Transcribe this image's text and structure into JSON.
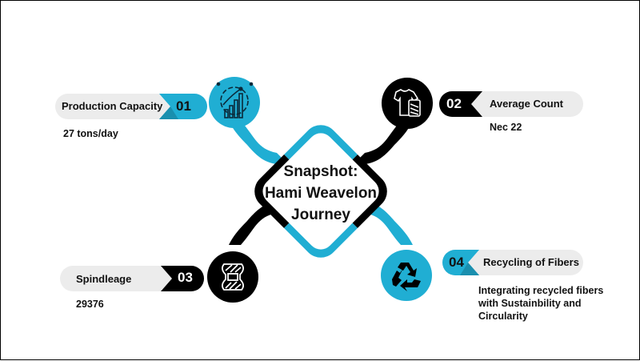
{
  "colors": {
    "accent": "#20aed3",
    "dark": "#000000",
    "pill_bg": "#ececec",
    "text": "#111111"
  },
  "center": {
    "line1": "Snapshot:",
    "line2": "Hami Weavelon",
    "line3": "Journey"
  },
  "items": [
    {
      "number": "01",
      "title": "Production Capacity",
      "value": "27  tons/day",
      "icon": "gear-growth-chart-icon",
      "color": "accent"
    },
    {
      "number": "02",
      "title": "Average Count",
      "value": "Nec 22",
      "icon": "tshirt-thread-spool-icon",
      "color": "dark"
    },
    {
      "number": "03",
      "title": "Spindleage",
      "value": "29376",
      "icon": "yarn-spool-icon",
      "color": "dark"
    },
    {
      "number": "04",
      "title": "Recycling of Fibers",
      "value": "Integrating recycled fibers with Sustainbility and Circularity",
      "icon": "recycle-icon",
      "color": "accent"
    }
  ]
}
